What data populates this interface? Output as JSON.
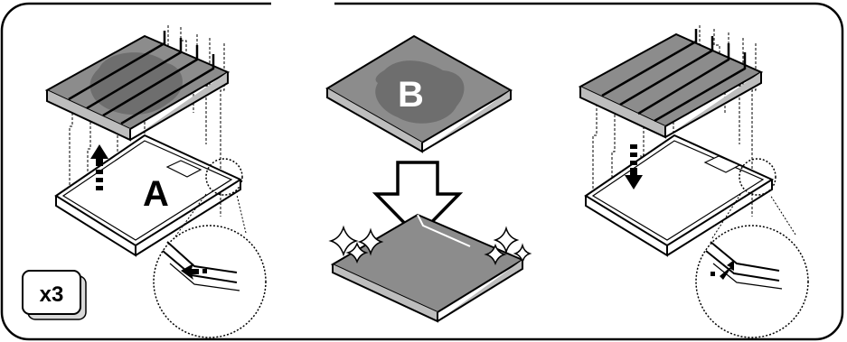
{
  "instruction_panel": {
    "repeat_badge": {
      "text": "x3"
    },
    "step_remove": {
      "label": "A",
      "arrow_direction": "up",
      "detail_arrow_direction": "out"
    },
    "step_clean": {
      "label": "B",
      "arrow_direction": "down"
    },
    "step_reinsert": {
      "arrow_direction": "down",
      "detail_arrow_direction": "in"
    }
  },
  "colors": {
    "outline": "#000000",
    "filter_gray": "#8c8c8c",
    "dirt_gray": "#6e6e6e",
    "panel_background": "#ffffff",
    "badge_shadow": "#d9d9d9"
  },
  "icons": [
    "up-arrow-icon",
    "down-arrow-icon",
    "sparkle-icon",
    "magnifier-circle-icon"
  ]
}
